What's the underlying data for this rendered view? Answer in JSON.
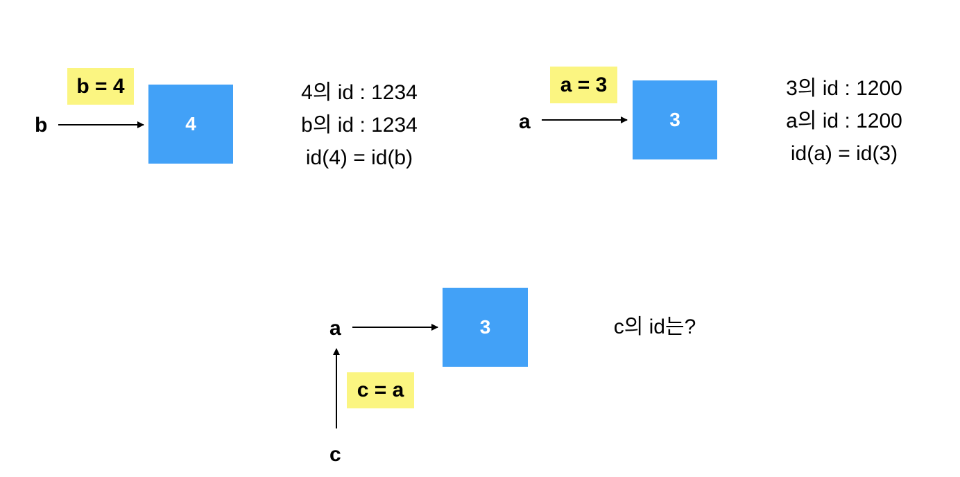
{
  "diagram_1": {
    "highlight": "b = 4",
    "var_label": "b",
    "box_value": "4",
    "info_lines": [
      "4의 id : 1234",
      "b의 id : 1234",
      "id(4) = id(b)"
    ]
  },
  "diagram_2": {
    "highlight": "a = 3",
    "var_label": "a",
    "box_value": "3",
    "info_lines": [
      "3의 id : 1200",
      "a의 id : 1200",
      "id(a) = id(3)"
    ]
  },
  "diagram_3": {
    "var_label_top": "a",
    "var_label_bottom": "c",
    "box_value": "3",
    "highlight": "c = a",
    "question": "c의 id는?"
  },
  "colors": {
    "box": "#42a1f7",
    "highlight": "#fbf581"
  }
}
